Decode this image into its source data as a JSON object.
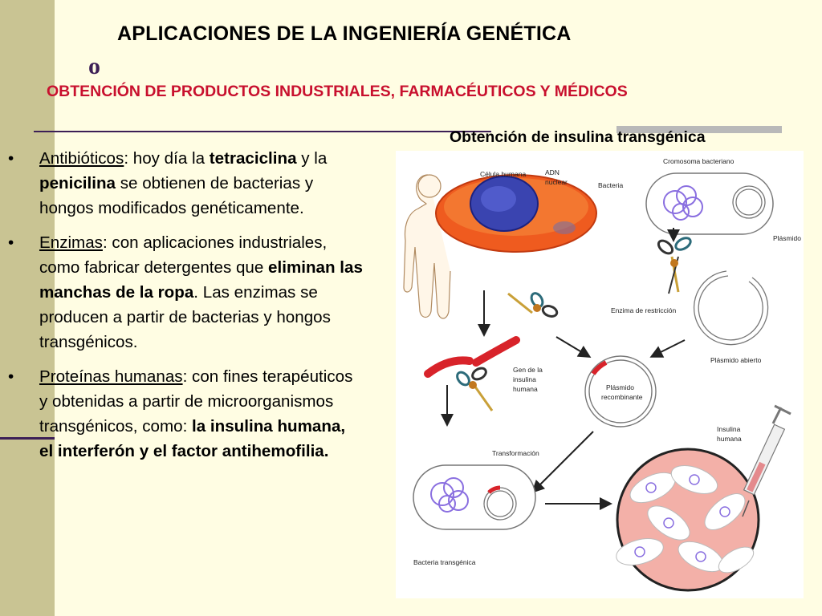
{
  "title": "APLICACIONES DE LA INGENIERÍA GENÉTICA",
  "connector": "o",
  "subtitle": "OBTENCIÓN DE PRODUCTOS INDUSTRIALES, FARMACÉUTICOS Y MÉDICOS",
  "figure_title": "Obtención de insulina transgénica",
  "bullets": [
    {
      "runs": [
        {
          "text": "Antibióticos",
          "style": "u"
        },
        {
          "text": ": hoy día la ",
          "style": ""
        },
        {
          "text": "tetraciclina",
          "style": "b"
        },
        {
          "text": " y la ",
          "style": ""
        },
        {
          "text": "penicilina",
          "style": "b"
        },
        {
          "text": " se obtienen de bacterias y hongos modificados genéticamente.",
          "style": ""
        }
      ]
    },
    {
      "runs": [
        {
          "text": "Enzimas",
          "style": "u"
        },
        {
          "text": ": con aplicaciones industriales, como fabricar detergentes  que ",
          "style": ""
        },
        {
          "text": "eliminan las manchas de la ropa",
          "style": "b"
        },
        {
          "text": ". Las enzimas se producen a partir de bacterias y hongos transgénicos.",
          "style": ""
        }
      ]
    },
    {
      "runs": [
        {
          "text": "Proteínas humanas",
          "style": "u"
        },
        {
          "text": ": con fines terapéuticos y obtenidas a partir de microorganismos transgénicos, como: ",
          "style": ""
        },
        {
          "text": "la insulina humana, el interferón y el factor antihemofilia.",
          "style": "b"
        }
      ]
    }
  ],
  "bullet_char": "•",
  "diagram": {
    "labels": {
      "celula": "Célula humana",
      "adn": "ADN",
      "nuclear": "nuclear",
      "cromosoma": "Cromosoma bacteriano",
      "bacteria": "Bacteria",
      "plasmido": "Plásmido",
      "enzima": "Enzima de restricción",
      "plasmido_abierto": "Plásmido abierto",
      "gen1": "Gen de la",
      "gen2": "insulina",
      "gen3": "humana",
      "recomb1": "Plásmido",
      "recomb2": "recombinante",
      "transformacion": "Transformación",
      "insulina1": "Insulina",
      "insulina2": "humana",
      "transgenica": "Bacteria transgénica"
    }
  },
  "colors": {
    "background": "#fffde3",
    "band": "#c9c493",
    "subtitle": "#c8102e",
    "rule": "#3c1f56"
  }
}
